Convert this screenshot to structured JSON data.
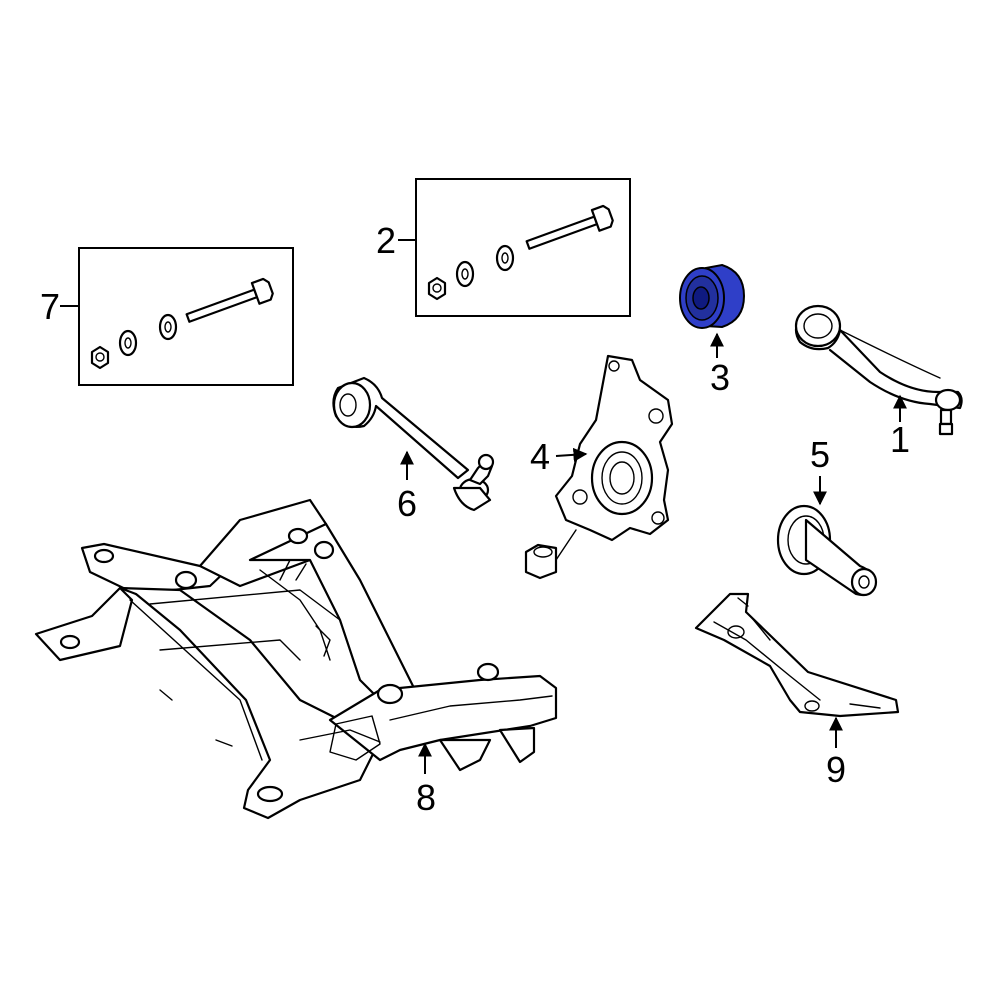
{
  "colors": {
    "line": "#000000",
    "background": "#ffffff",
    "highlight": "#2f3fc8",
    "highlight_dark": "#0f1a80"
  },
  "callouts": [
    {
      "id": "part-1",
      "label": "1"
    },
    {
      "id": "part-2",
      "label": "2"
    },
    {
      "id": "part-3",
      "label": "3"
    },
    {
      "id": "part-4",
      "label": "4"
    },
    {
      "id": "part-5",
      "label": "5"
    },
    {
      "id": "part-6",
      "label": "6"
    },
    {
      "id": "part-7",
      "label": "7"
    },
    {
      "id": "part-8",
      "label": "8"
    },
    {
      "id": "part-9",
      "label": "9"
    }
  ],
  "highlighted_part": "3"
}
